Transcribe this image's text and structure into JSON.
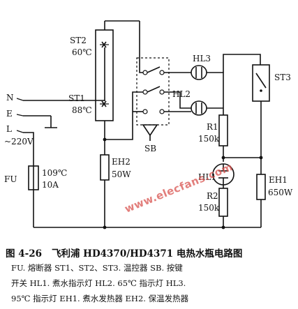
{
  "labels": {
    "n": "N",
    "e": "E",
    "l": "L",
    "voltage": "~220V",
    "st2": "ST2",
    "st2_temp": "60℃",
    "st1": "ST1",
    "st1_temp": "88℃",
    "hl3": "HL3",
    "hl2": "HL2",
    "st3": "ST3",
    "sb": "SB",
    "r1": "R1",
    "r1_val": "150k",
    "eh2": "EH2",
    "eh2_val": "50W",
    "fu": "FU",
    "fu_temp": "109℃",
    "fu_amp": "10A",
    "hl1": "HL1",
    "r2": "R2",
    "r2_val": "150k",
    "eh1": "EH1",
    "eh1_val": "650W"
  },
  "watermark": "www.elecfans.com",
  "caption": {
    "figure_no": "图 4-26",
    "title": "飞利浦 HD4370/HD4371 电热水瓶电路图",
    "line1": "FU. 熔断器   ST1、ST2、ST3. 温控器   SB. 按键",
    "line2": "开关   HL1. 煮水指示灯   HL2. 65℃ 指示灯   HL3.",
    "line3": "95℃ 指示灯   EH1. 煮水发热器   EH2. 保温发热器"
  }
}
